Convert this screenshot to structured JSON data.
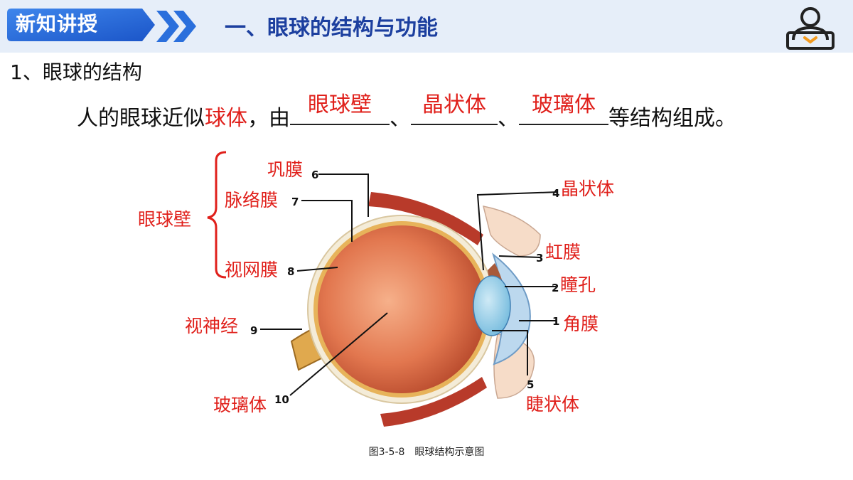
{
  "header": {
    "badge": "新知讲授",
    "title": "一、眼球的结构与功能",
    "icon": "reader-icon",
    "accent_color": "#1c3f9f",
    "badge_color": "#2a6fdc"
  },
  "subheading": "1、眼球的结构",
  "sentence": {
    "prefix": "人的眼球近似",
    "keyword": "球体",
    "middle": "，由",
    "answers": [
      "眼球壁",
      "晶状体",
      "玻璃体"
    ],
    "sep": "、",
    "suffix": "等结构组成。",
    "highlight_color": "#e0201b"
  },
  "diagram": {
    "group_label": "眼球壁",
    "labels": [
      {
        "num": "1",
        "text": "角膜"
      },
      {
        "num": "2",
        "text": "瞳孔"
      },
      {
        "num": "3",
        "text": "虹膜"
      },
      {
        "num": "4",
        "text": "晶状体"
      },
      {
        "num": "5",
        "text": "睫状体"
      },
      {
        "num": "6",
        "text": "巩膜"
      },
      {
        "num": "7",
        "text": "脉络膜"
      },
      {
        "num": "8",
        "text": "视网膜"
      },
      {
        "num": "9",
        "text": "视神经"
      },
      {
        "num": "10",
        "text": "玻璃体"
      }
    ]
  },
  "caption": "图3-5-8　眼球结构示意图"
}
